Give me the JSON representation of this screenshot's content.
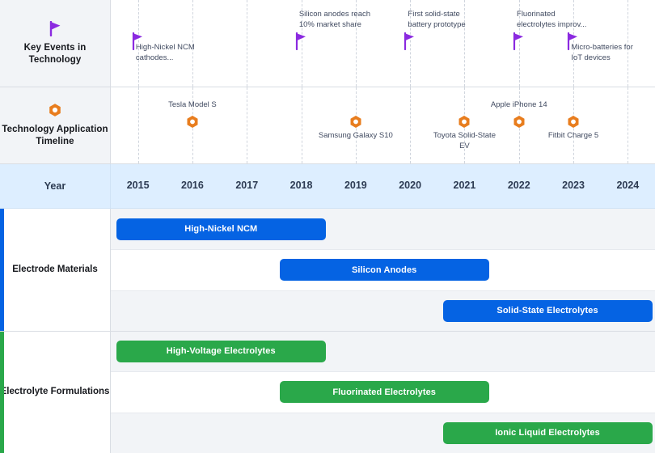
{
  "timeline": {
    "year_start": 2015,
    "year_end": 2024,
    "years": [
      "2015",
      "2016",
      "2017",
      "2018",
      "2019",
      "2020",
      "2021",
      "2022",
      "2023",
      "2024"
    ],
    "year_row_label": "Year"
  },
  "colors": {
    "electrode_blue": "#0563e3",
    "electrolyte_green": "#2aa84a",
    "flag_purple": "#8b2ae0",
    "hex_orange": "#e87d1e",
    "year_band": "#ddeeff",
    "header_bg": "#f2f4f7",
    "row_stripe": "#f2f4f7",
    "label_text": "#404a60"
  },
  "key_events": {
    "title": "Key Events in\nTechnology",
    "icon": "flag-icon",
    "markers": [
      {
        "label": "High-Nickel NCM\ncathodes...",
        "year": 2015.4,
        "label_above": false
      },
      {
        "label": "Silicon anodes reach\n10% market share",
        "year": 2018.4,
        "label_above": true
      },
      {
        "label": "First solid-state\nbattery prototype",
        "year": 2020.4,
        "label_above": true
      },
      {
        "label": "Fluorinated\nelectrolytes improv...",
        "year": 2022.4,
        "label_above": true
      },
      {
        "label": "Micro-batteries for\nIoT devices",
        "year": 2023.4,
        "label_above": false
      }
    ]
  },
  "applications": {
    "title": "Technology\nApplication Timeline",
    "icon": "hexagon-icon",
    "markers": [
      {
        "label": "Tesla Model S",
        "year": 2016.0,
        "label_above": true
      },
      {
        "label": "Samsung Galaxy S10",
        "year": 2019.0,
        "label_above": false
      },
      {
        "label": "Toyota Solid-State\nEV",
        "year": 2021.0,
        "label_above": false
      },
      {
        "label": "Apple iPhone 14",
        "year": 2022.0,
        "label_above": true
      },
      {
        "label": "Fitbit Charge 5",
        "year": 2023.0,
        "label_above": false
      }
    ]
  },
  "groups": [
    {
      "name": "Electrode Materials",
      "color": "#0563e3",
      "bars": [
        {
          "label": "High-Nickel NCM",
          "start": 2015.1,
          "end": 2018.95
        },
        {
          "label": "Silicon Anodes",
          "start": 2018.1,
          "end": 2021.95
        },
        {
          "label": "Solid-State Electrolytes",
          "start": 2021.1,
          "end": 2024.95
        }
      ]
    },
    {
      "name": "Electrolyte Formulations",
      "color": "#2aa84a",
      "bars": [
        {
          "label": "High-Voltage Electrolytes",
          "start": 2015.1,
          "end": 2018.95
        },
        {
          "label": "Fluorinated Electrolytes",
          "start": 2018.1,
          "end": 2021.95
        },
        {
          "label": "Ionic Liquid Electrolytes",
          "start": 2021.1,
          "end": 2024.95
        }
      ]
    }
  ]
}
